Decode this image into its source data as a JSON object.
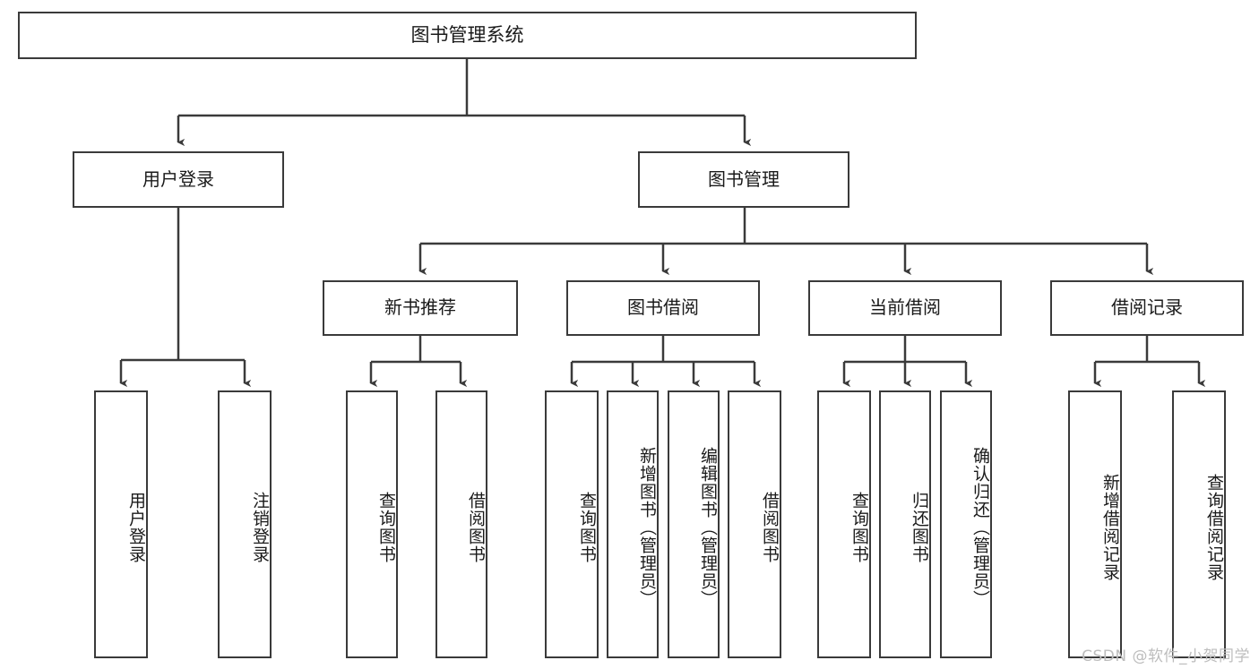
{
  "diagram": {
    "title": "图书管理系统",
    "type": "tree",
    "root": {
      "label": "图书管理系统"
    },
    "level2": [
      {
        "label": "用户登录"
      },
      {
        "label": "图书管理"
      }
    ],
    "level3": [
      {
        "label": "新书推荐"
      },
      {
        "label": "图书借阅"
      },
      {
        "label": "当前借阅"
      },
      {
        "label": "借阅记录"
      }
    ],
    "leaves": {
      "user_login": [
        {
          "label": "用户登录"
        },
        {
          "label": "注销登录"
        }
      ],
      "new_book_recommend": [
        {
          "label": "查询图书"
        },
        {
          "label": "借阅图书"
        }
      ],
      "book_borrow": [
        {
          "label": "查询图书"
        },
        {
          "label": "新增图书（管理员）"
        },
        {
          "label": "编辑图书（管理员）"
        },
        {
          "label": "借阅图书"
        }
      ],
      "current_borrow": [
        {
          "label": "查询图书"
        },
        {
          "label": "归还图书"
        },
        {
          "label": "确认归还（管理员）"
        }
      ],
      "borrow_record": [
        {
          "label": "新增借阅记录"
        },
        {
          "label": "查询借阅记录"
        }
      ]
    },
    "colors": {
      "stroke": "#3a3a3a",
      "fill": "#ffffff",
      "text": "#1a1a1a",
      "watermark": "#bdbdbd"
    }
  },
  "watermark": {
    "text": "CSDN @软件_小贺同学"
  }
}
